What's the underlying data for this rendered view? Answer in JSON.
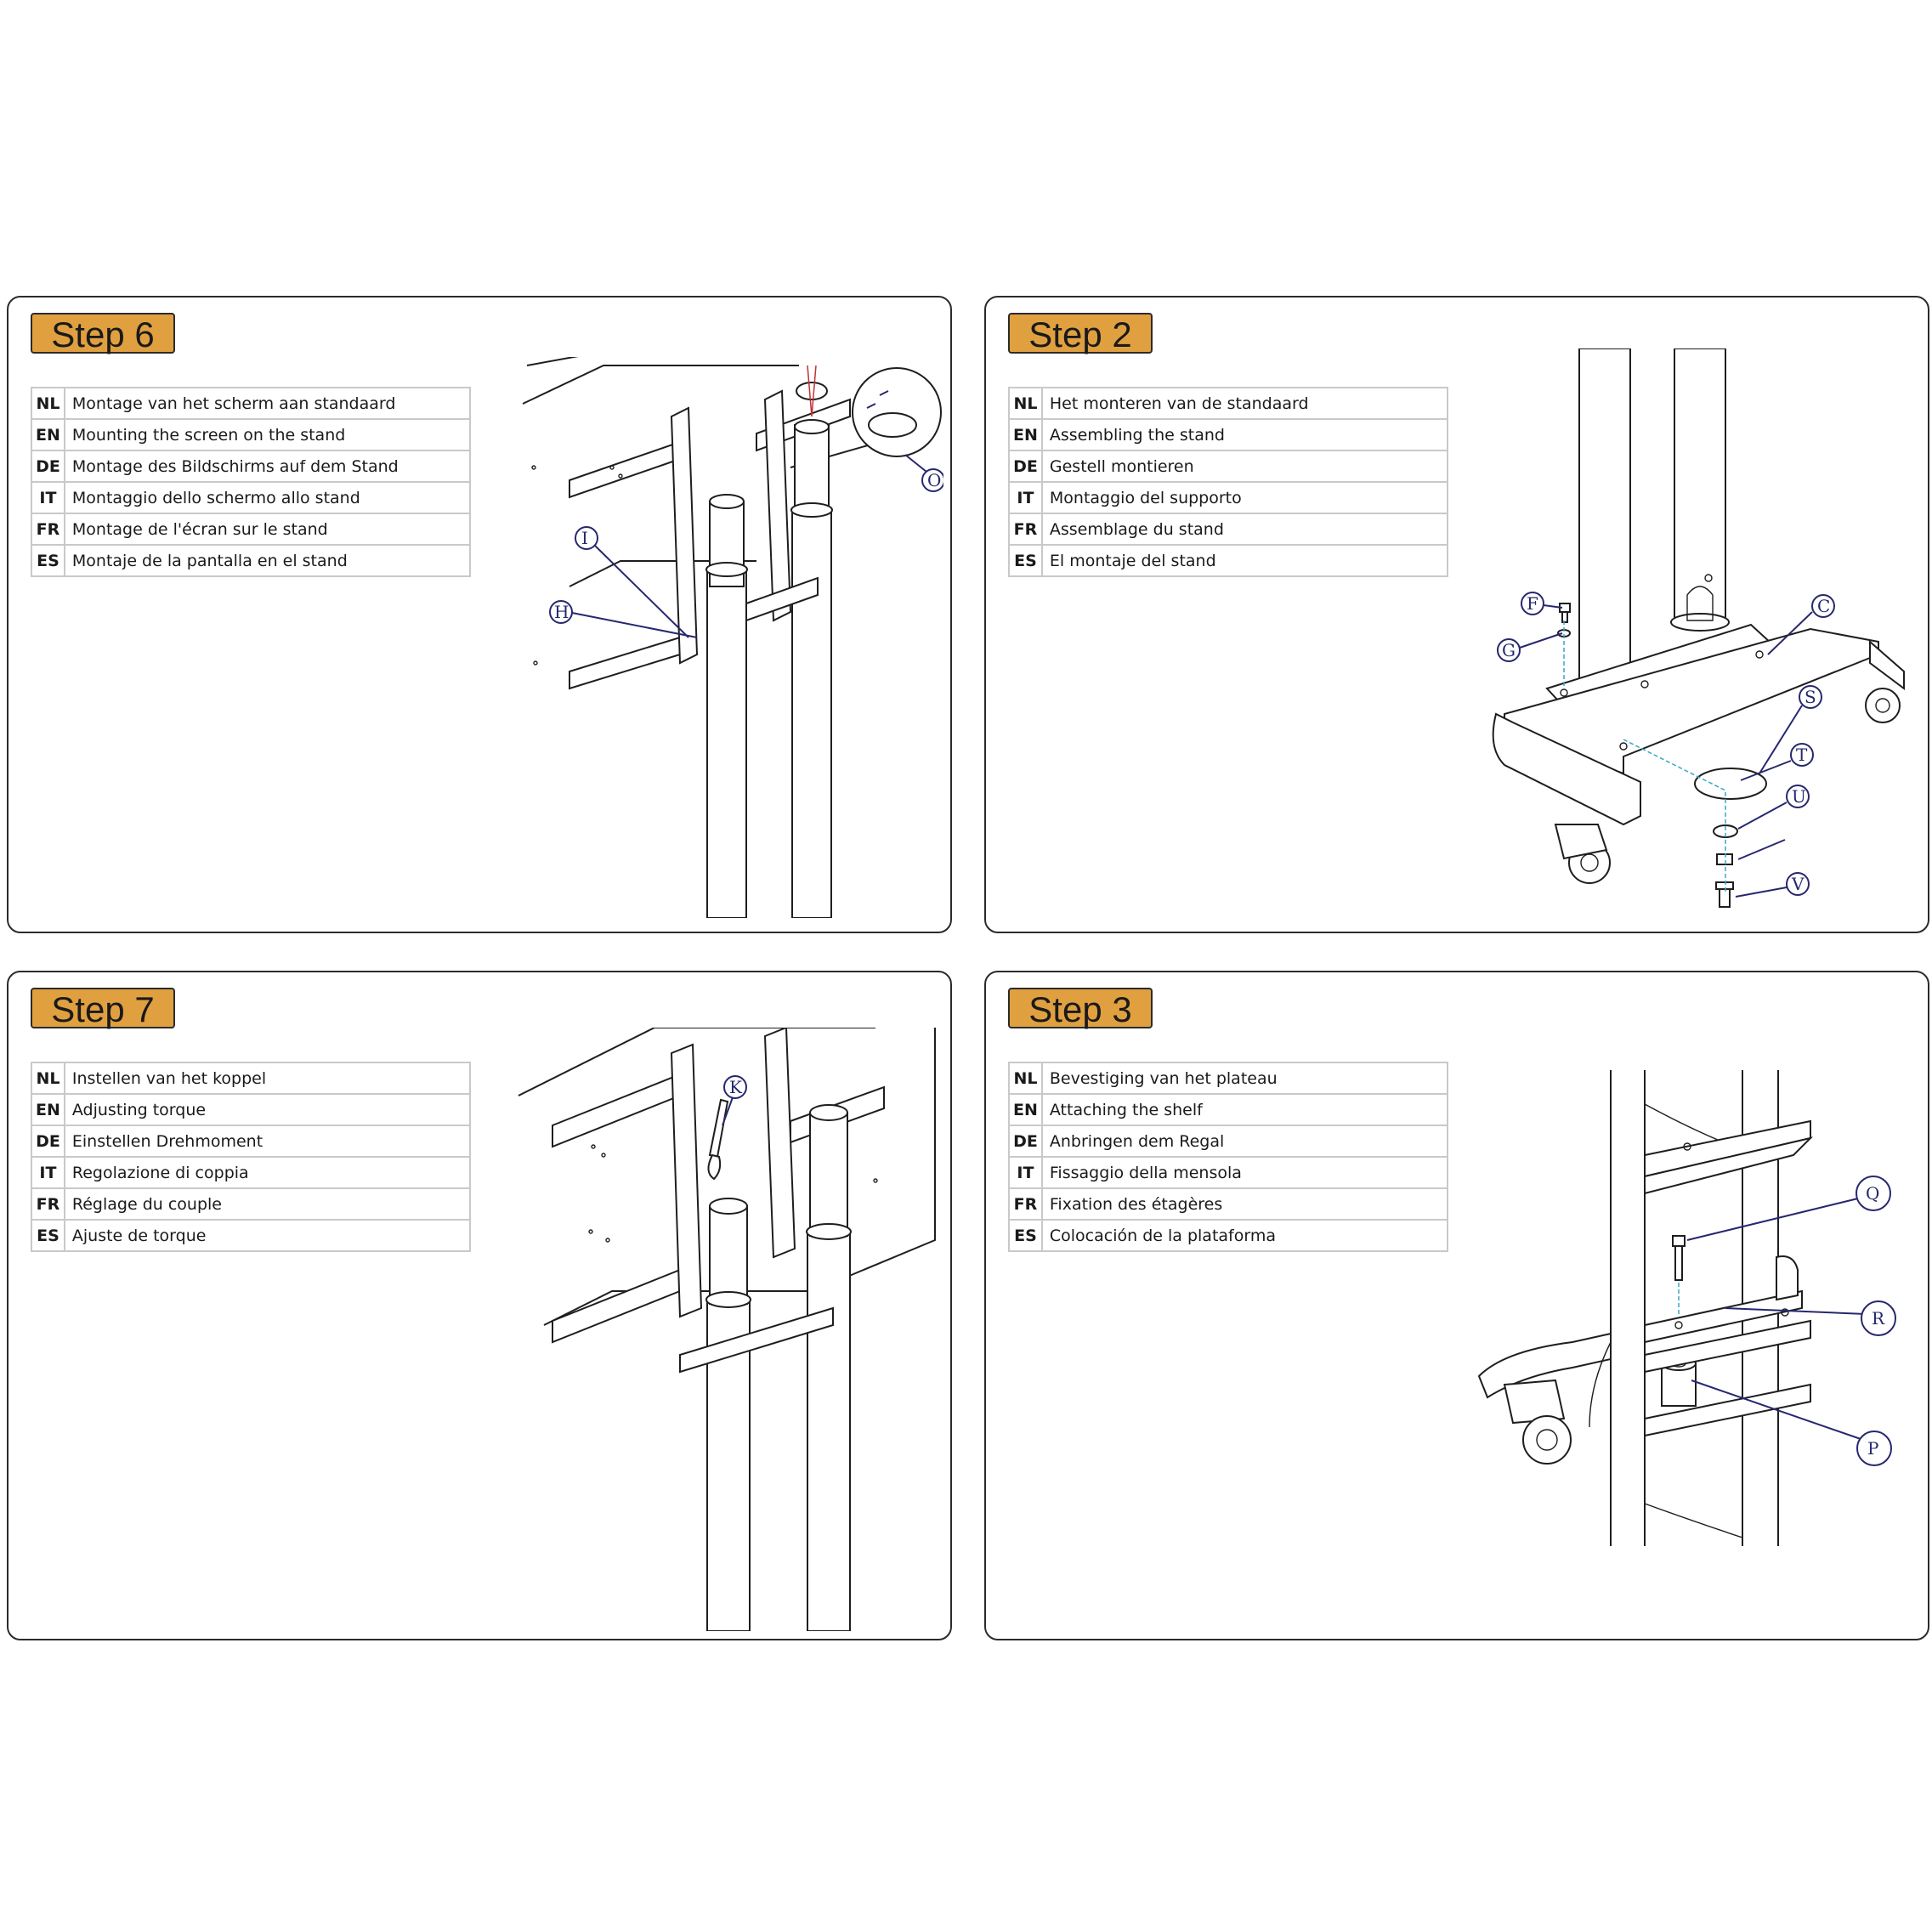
{
  "panels": {
    "step6": {
      "title": "Step 6",
      "rows": [
        {
          "code": "NL",
          "text": "Montage van het scherm aan standaard"
        },
        {
          "code": "EN",
          "text": "Mounting the screen on the stand"
        },
        {
          "code": "DE",
          "text": "Montage des Bildschirms auf dem Stand"
        },
        {
          "code": "IT",
          "text": "Montaggio dello schermo allo stand"
        },
        {
          "code": "FR",
          "text": "Montage de l'écran sur le stand"
        },
        {
          "code": "ES",
          "text": "Montaje de la pantalla en el stand"
        }
      ],
      "callouts": [
        "I",
        "H",
        "O"
      ]
    },
    "step2": {
      "title": "Step 2",
      "rows": [
        {
          "code": "NL",
          "text": "Het monteren van de standaard"
        },
        {
          "code": "EN",
          "text": "Assembling the stand"
        },
        {
          "code": "DE",
          "text": "Gestell montieren"
        },
        {
          "code": "IT",
          "text": "Montaggio del supporto"
        },
        {
          "code": "FR",
          "text": "Assemblage du stand"
        },
        {
          "code": "ES",
          "text": "El montaje del stand"
        }
      ],
      "callouts": [
        "F",
        "G",
        "C",
        "S",
        "T",
        "U",
        "V"
      ]
    },
    "step7": {
      "title": "Step 7",
      "rows": [
        {
          "code": "NL",
          "text": "Instellen van het koppel"
        },
        {
          "code": "EN",
          "text": "Adjusting torque"
        },
        {
          "code": "DE",
          "text": "Einstellen Drehmoment"
        },
        {
          "code": "IT",
          "text": "Regolazione di coppia"
        },
        {
          "code": "FR",
          "text": "Réglage du couple"
        },
        {
          "code": "ES",
          "text": "Ajuste de torque"
        }
      ],
      "callouts": [
        "K"
      ]
    },
    "step3": {
      "title": "Step 3",
      "rows": [
        {
          "code": "NL",
          "text": "Bevestiging van het plateau"
        },
        {
          "code": "EN",
          "text": "Attaching the shelf"
        },
        {
          "code": "DE",
          "text": "Anbringen dem Regal"
        },
        {
          "code": "IT",
          "text": "Fissaggio della mensola"
        },
        {
          "code": "FR",
          "text": "Fixation des étagères"
        },
        {
          "code": "ES",
          "text": "Colocación de la plataforma"
        }
      ],
      "callouts": [
        "Q",
        "R",
        "P"
      ]
    }
  },
  "colors": {
    "badge": "#e0a040",
    "callout": "#26286e",
    "guide": "#36a8c4",
    "border": "#2b2b2b"
  }
}
